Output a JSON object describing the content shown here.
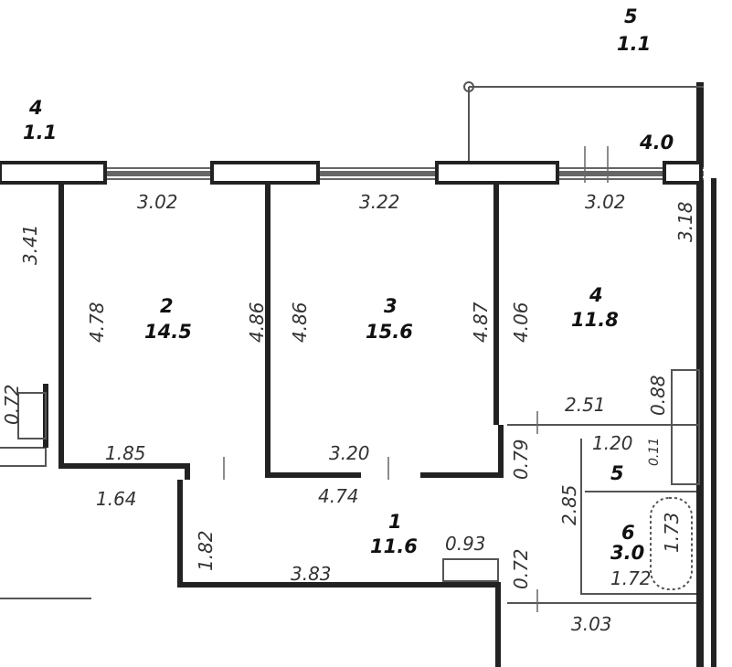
{
  "balconies": [
    {
      "number": "4",
      "area": "1.1"
    },
    {
      "number": "5",
      "area": "1.1"
    }
  ],
  "balcony_area_box": "4.0",
  "rooms": [
    {
      "number": "1",
      "area": "11.6"
    },
    {
      "number": "2",
      "area": "14.5"
    },
    {
      "number": "3",
      "area": "15.6"
    },
    {
      "number": "4",
      "area": "11.8"
    },
    {
      "number": "5",
      "area": ""
    },
    {
      "number": "6",
      "area": "3.0"
    }
  ],
  "dimensions": {
    "top_r2": "3.02",
    "top_r3": "3.22",
    "top_r4": "3.02",
    "r4_right": "3.18",
    "left_room": "3.41",
    "r2_left": "4.78",
    "r2_right": "4.86",
    "r3_left": "4.86",
    "r3_right": "4.87",
    "r4_left": "4.06",
    "r4_bottom": "2.51",
    "closet_h": "0.88",
    "wc_w": "1.20",
    "gap_079": "0.79",
    "wc_small": "0.11",
    "r2_bottom": "1.85",
    "r3_bottom": "3.20",
    "hall_top": "4.74",
    "hall_left": "1.64",
    "hall_h": "1.82",
    "hall_bottom": "3.83",
    "cabinet": "0.93",
    "left_072": "0.72",
    "right_072": "0.72",
    "bath_h": "2.85",
    "bath_w": "1.72",
    "tub": "1.73",
    "bottom_right": "3.03"
  }
}
